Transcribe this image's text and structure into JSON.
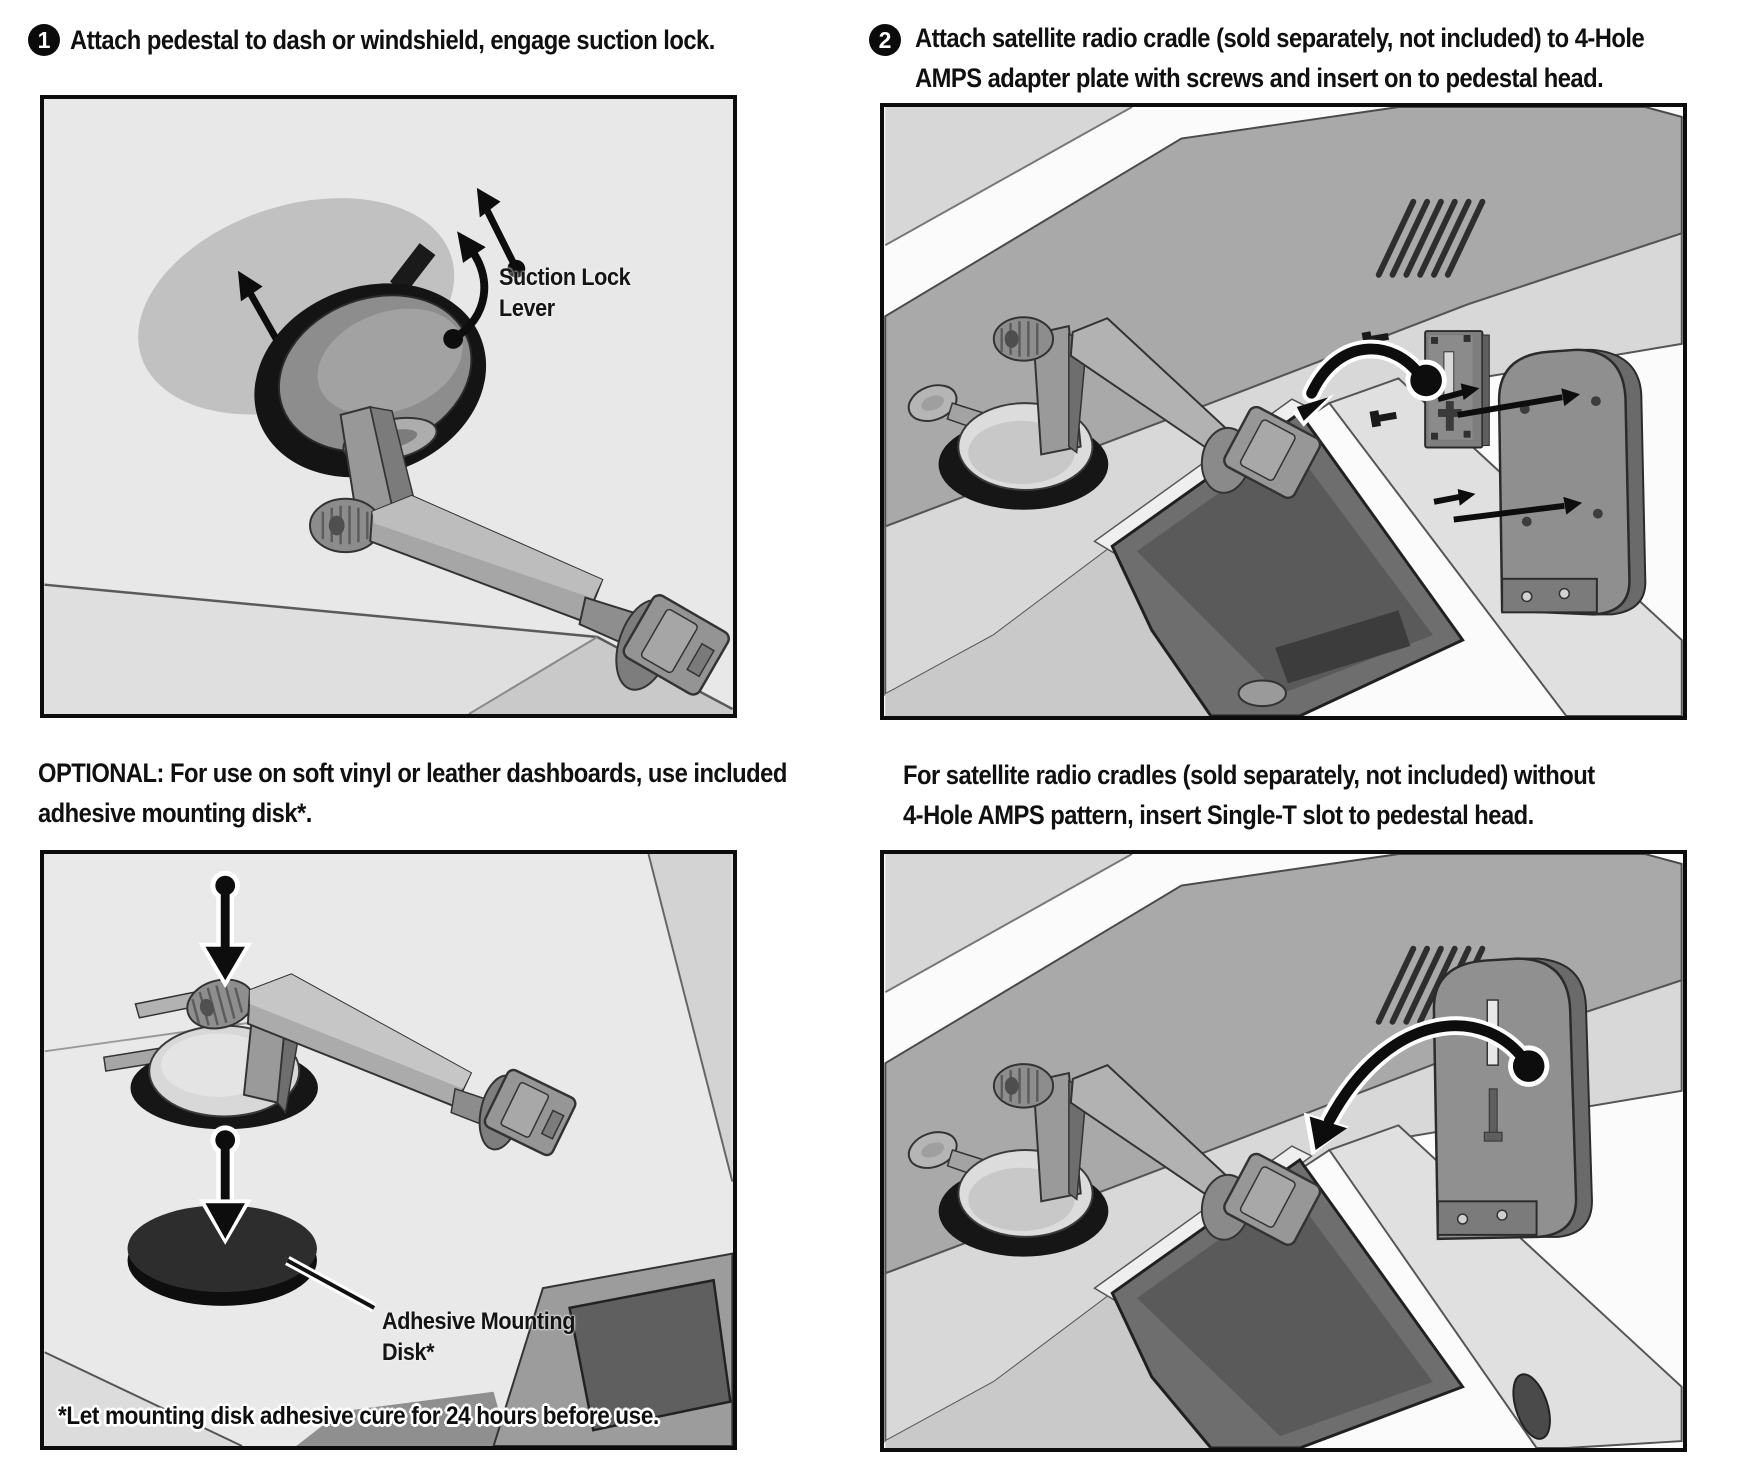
{
  "steps": [
    {
      "number": "1",
      "lines": [
        "Attach pedestal to dash or windshield, engage suction lock."
      ]
    },
    {
      "number": "2",
      "lines": [
        "Attach satellite radio cradle (sold separately, not included) to 4-Hole",
        "AMPS adapter plate with screws and insert on to pedestal head."
      ]
    }
  ],
  "optional_note": {
    "label": "OPTIONAL:",
    "line1": " For use on soft vinyl or leather dashboards, use included",
    "line2": "adhesive mounting disk*."
  },
  "single_t_note": {
    "lines": [
      "For satellite radio cradles (sold separately, not included) without",
      "4-Hole AMPS pattern, insert Single-T slot to pedestal head."
    ]
  },
  "panel_suction": {
    "callout": "Suction Lock\nLever"
  },
  "panel_adhesive": {
    "callout": "Adhesive Mounting\nDisk*",
    "footnote": "*Let mounting disk adhesive cure for 24 hours before use."
  },
  "colors": {
    "ink": "#101010",
    "panel_bg": "#e8e8e8",
    "panel_border": "#0c0c0c",
    "disk": "#262626",
    "dash_light": "#d8d8d8",
    "hood_gray": "#a9a9a9"
  }
}
